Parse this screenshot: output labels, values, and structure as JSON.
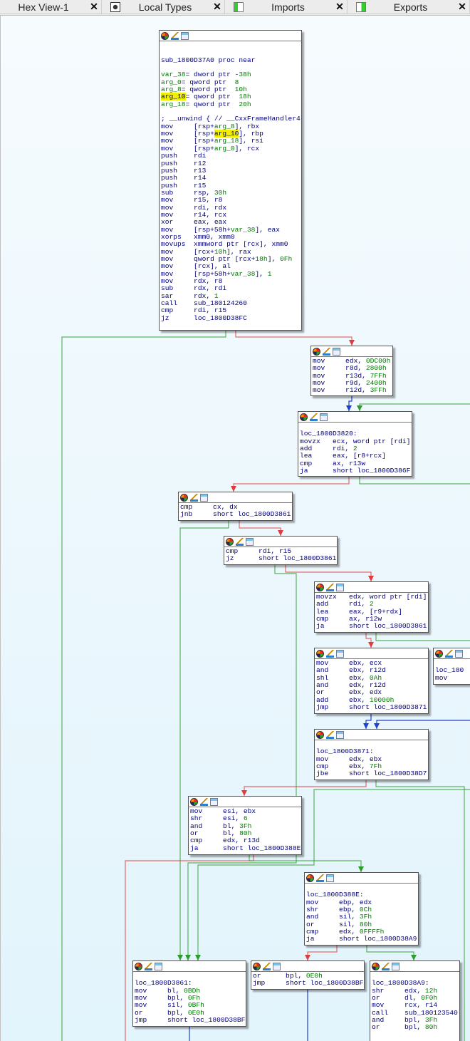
{
  "tabs": [
    {
      "label": "Hex View-1",
      "icon": "hex-view-icon",
      "close": "✕"
    },
    {
      "label": "Local Types",
      "icon": "local-types-icon",
      "close": "✕"
    },
    {
      "label": "Imports",
      "icon": "imports-icon",
      "close": "✕"
    },
    {
      "label": "Exports",
      "icon": "exports-icon",
      "close": "✕"
    }
  ],
  "colors": {
    "true_edge": "#2a9d2a",
    "false_edge": "#e23b3b",
    "jump_edge": "#2040d0",
    "number": "#007a00",
    "code": "#00007c",
    "highlight": "#f0f000"
  },
  "nodes": {
    "n0": {
      "lines": [
        "",
        "",
        "sub_1800D37A0 proc near",
        "",
        "var_38= dword ptr -38h",
        "arg_0= qword ptr  8",
        "arg_8= qword ptr  10h",
        "arg_10= qword ptr  18h",
        "arg_18= qword ptr  20h",
        "",
        "; __unwind { // __CxxFrameHandler4",
        "mov     [rsp+arg_8], rbx",
        "mov     [rsp+arg_10], rbp",
        "mov     [rsp+arg_18], rsi",
        "mov     [rsp+arg_0], rcx",
        "push    rdi",
        "push    r12",
        "push    r13",
        "push    r14",
        "push    r15",
        "sub     rsp, 30h",
        "mov     r15, r8",
        "mov     rdi, rdx",
        "mov     r14, rcx",
        "xor     eax, eax",
        "mov     [rsp+58h+var_38], eax",
        "xorps   xmm0, xmm0",
        "movups  xmmword ptr [rcx], xmm0",
        "mov     [rcx+10h], rax",
        "mov     qword ptr [rcx+18h], 0Fh",
        "mov     [rcx], al",
        "mov     [rsp+58h+var_38], 1",
        "mov     rdx, r8",
        "sub     rdx, rdi",
        "sar     rdx, 1",
        "call    sub_180124260",
        "cmp     rdi, r15",
        "jz      loc_1800D38FC"
      ]
    },
    "n1": {
      "lines": [
        "mov     edx, 0DC00h",
        "mov     r8d, 2800h",
        "mov     r13d, 7FFh",
        "mov     r9d, 2400h",
        "mov     r12d, 3FFh"
      ]
    },
    "n2": {
      "lines": [
        "",
        "loc_1800D3820:",
        "movzx   ecx, word ptr [rdi]",
        "add     rdi, 2",
        "lea     eax, [r8+rcx]",
        "cmp     ax, r13w",
        "ja      short loc_1800D386F"
      ]
    },
    "n3": {
      "lines": [
        "cmp     cx, dx",
        "jnb     short loc_1800D3861"
      ]
    },
    "n4": {
      "lines": [
        "cmp     rdi, r15",
        "jz      short loc_1800D3861"
      ]
    },
    "n5": {
      "lines": [
        "movzx   edx, word ptr [rdi]",
        "add     rdi, 2",
        "lea     eax, [r9+rdx]",
        "cmp     ax, r12w",
        "ja      short loc_1800D3861"
      ]
    },
    "n6": {
      "lines": [
        "mov     ebx, ecx",
        "and     ebx, r12d",
        "shl     ebx, 0Ah",
        "and     edx, r12d",
        "or      ebx, edx",
        "add     ebx, 10000h",
        "jmp     short loc_1800D3871"
      ]
    },
    "n6b": {
      "lines": [
        "",
        "loc_180",
        "mov"
      ]
    },
    "n7": {
      "lines": [
        "",
        "loc_1800D3871:",
        "mov     edx, ebx",
        "cmp     ebx, 7Fh",
        "jbe     short loc_1800D38D7"
      ]
    },
    "n8": {
      "lines": [
        "mov     esi, ebx",
        "shr     esi, 6",
        "and     bl, 3Fh",
        "or      bl, 80h",
        "cmp     edx, r13d",
        "ja      short loc_1800D388E"
      ]
    },
    "n9": {
      "lines": [
        "",
        "loc_1800D388E:",
        "mov     ebp, edx",
        "shr     ebp, 0Ch",
        "and     sil, 3Fh",
        "or      sil, 80h",
        "cmp     edx, 0FFFFh",
        "ja      short loc_1800D38A9"
      ]
    },
    "n10": {
      "lines": [
        "",
        "loc_1800D3861:",
        "mov     bl, 0BDh",
        "mov     bpl, 0Fh",
        "mov     sil, 0BFh",
        "or      bpl, 0E0h",
        "jmp     short loc_1800D38BF"
      ]
    },
    "n11": {
      "lines": [
        "or      bpl, 0E0h",
        "jmp     short loc_1800D38BF"
      ]
    },
    "n12": {
      "lines": [
        "",
        "loc_1800D38A9:",
        "shr     edx, 12h",
        "or      dl, 0F0h",
        "mov     rcx, r14",
        "call    sub_180123540",
        "and     bpl, 3Fh",
        "or      bpl, 80h"
      ]
    }
  }
}
